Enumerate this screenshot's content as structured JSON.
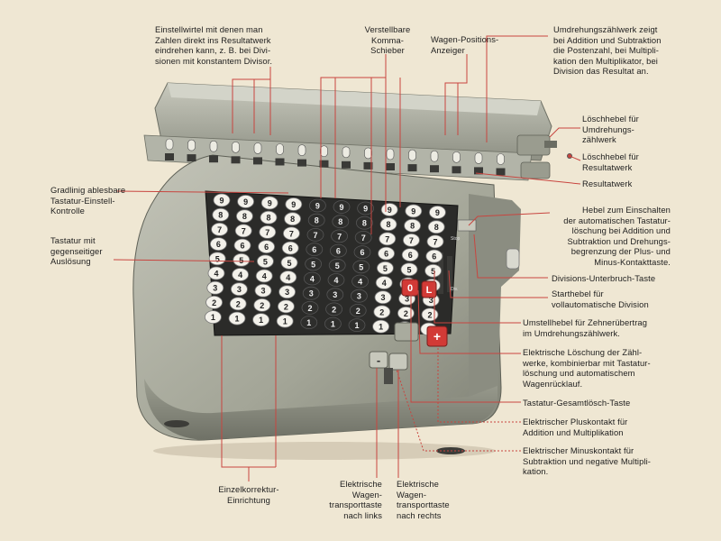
{
  "colors": {
    "paper": "#efe7d3",
    "leader_line": "#c8453f",
    "machine_body": "#a8aa9c",
    "keyboard_dark": "#1e1e1c"
  },
  "keyboard": {
    "key_digits": [
      "9",
      "8",
      "7",
      "6",
      "5",
      "4",
      "3",
      "2",
      "1"
    ],
    "function_keys": [
      "0",
      "L",
      "+",
      "-"
    ],
    "small_labels": [
      "Stop",
      "Div."
    ]
  },
  "labels": {
    "einstellwirtel": "Einstellwirtel mit denen man\nZahlen direkt ins Resultatwerk\neindrehen kann, z. B. bei Divi-\nsionen mit konstantem Divisor.",
    "komma": "Verstellbare\nKomma-\nSchieber",
    "wagen_anzeiger": "Wagen-Positions-\nAnzeiger",
    "umdrehungszaehlwerk": "Umdrehungszählwerk zeigt\nbei Addition und Subtraktion\ndie Postenzahl, bei Multipli-\nkation den Multiplikator, bei\nDivision das Resultat an.",
    "loesch_umdrehung": "Löschhebel für\nUmdrehungs-\nzählwerk",
    "loesch_resultat": "Löschhebel für\nResultatwerk",
    "resultatwerk": "Resultatwerk",
    "gradlinig": "Gradlinig ablesbare\nTastatur-Einstell-\nKontrolle",
    "tastatur": "Tastatur mit\ngegenseitiger\nAuslösung",
    "hebel_einschalten": "Hebel zum Einschalten\nder automatischen Tastatur-\nlöschung bei Addition und\nSubtraktion und Drehungs-\nbegrenzung der Plus- und\nMinus-Kontakttaste.",
    "divisions_taste": "Divisions-Unterbruch-Taste",
    "starthebel": "Starthebel für\nvollautomatische Division",
    "umstellhebel": "Umstellhebel für Zehnerübertrag\nim Umdrehungszählwerk.",
    "elektrische_loeschung": "Elektrische Löschung der Zähl-\nwerke, kombinierbar mit Tastatur-\nlöschung und automatischem\nWagenrücklauf.",
    "gesamtloesch": "Tastatur-Gesamtlösch-Taste",
    "pluskontakt": "Elektrischer Pluskontakt für\nAddition und Multiplikation",
    "minuskontakt": "Elektrischer Minuskontakt für\nSubtraktion und negative Multipli-\nkation.",
    "einzelkorrektur": "Einzelkorrektur-\nEinrichtung",
    "wagen_links": "Elektrische\nWagen-\ntransporttaste\nnach links",
    "wagen_rechts": "Elektrische\nWagen-\ntransporttaste\nnach rechts"
  }
}
